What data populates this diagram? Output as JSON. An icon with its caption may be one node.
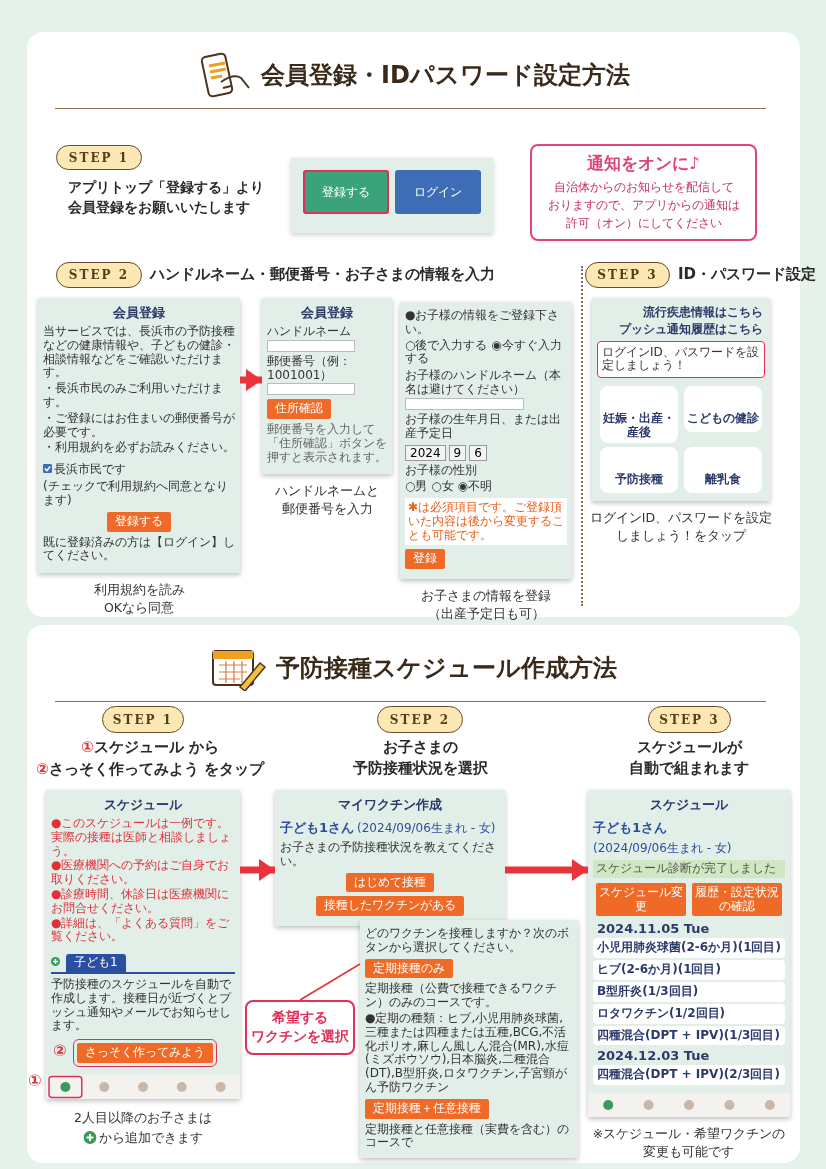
{
  "diagram": {
    "nodes": [
      {
        "text": [
          "会員登録・IDパスワード設定方法"
        ]
      },
      {
        "text": [
          "STEP 1"
        ],
        "in": 0
      },
      {
        "text": [
          "登録する",
          "ログイン"
        ],
        "in": 0
      },
      {
        "text": [
          "通知をオンに♪",
          "自治体からのお知らせを配信しておりますので、アプリからの通知は許可（オン）にしてください"
        ],
        "in": 0
      },
      {
        "text": [
          "STEP 2"
        ],
        "in": 0
      },
      {
        "text": [
          "STEP 3"
        ],
        "in": 0
      },
      {
        "text": [
          "会員登録",
          "当サービスでは、長浜市の予防接種などの健康情報や、子どもの健診・相談情報などをご確認いただけます。",
          "・長浜市民のみご利用いただけます。",
          "・ご登録にはお住まいの郵便番号が必要です。",
          "・利用規約を必ずお読みください。",
          "長浜市民です",
          "(チェックで利用規約へ同意となります)",
          "登録する",
          "既に登録済みの方は【ログイン】してください。"
        ],
        "beside": [
          "利用規約を読みOKなら同意"
        ],
        "in": 0
      },
      {
        "text": [
          "会員登録",
          "ハンドルネーム",
          "郵便番号（例：1001001）",
          "住所確認",
          "郵便番号を入力して「住所確認」ボタンを押すと表示されます。"
        ],
        "beside": [
          "ハンドルネームと郵便番号を入力"
        ],
        "in": 0
      },
      {
        "text": [
          "●お子様の情報をご登録下さい。",
          "○後で入力する ◉今すぐ入力する",
          "お子様のハンドルネーム（本名は避けてください）",
          "お子様の生年月日、または出産予定日",
          "2024",
          "9",
          "6",
          "お子様の性別",
          "○男 ○女 ◉不明",
          "✱は必須項目です。ご登録頂いた内容は後から変更することも可能です。",
          "登録"
        ],
        "beside": [
          "お子さまの情報を登録（出産予定日も可）"
        ],
        "in": 0
      },
      {
        "text": [
          "流行疾患情報はこちら",
          "プッシュ通知履歴はこちら",
          "ログインID、パスワードを設定しましょう！",
          "妊娠・出産・産後",
          "こどもの健診",
          "予防接種",
          "離乳食"
        ],
        "beside": [
          "ログインID、パスワードを設定しましょう！をタップ"
        ],
        "in": 0
      },
      {
        "text": [
          "予防接種スケジュール作成方法"
        ]
      },
      {
        "text": [
          "STEP 1"
        ],
        "in": 10
      },
      {
        "text": [
          "STEP 2"
        ],
        "in": 10
      },
      {
        "text": [
          "STEP 3"
        ],
        "in": 10
      },
      {
        "text": [
          "スケジュール",
          "●このスケジュールは一例です。実際の接種は医師と相談しましょう。",
          "●医療機関への予約はご自身でお取りください。",
          "●診療時間、休診日は医療機関にお問合せください。",
          "●詳細は、「よくある質問」をご覧ください。",
          "子ども1",
          "予防接種のスケジュールを自動で作成します。接種日が近づくとプッシュ通知やメールでお知らせします。",
          "②",
          "さっそく作ってみよう"
        ],
        "beside": [
          "①",
          "2人目以降のお子さまは",
          "から追加できます"
        ],
        "in": 10
      },
      {
        "text": [
          "マイワクチン作成",
          "子ども1さん",
          "(2024/09/06生まれ - 女)",
          "お子さまの予防接種状況を教えてください。",
          "はじめて接種",
          "接種したワクチンがある"
        ],
        "in": 10
      },
      {
        "text": [
          "どのワクチンを接種しますか？次のボタンから選択してください。",
          "定期接種のみ",
          "定期接種（公費で接種できるワクチン）のみのコースです。",
          "●定期の種類：ヒブ,小児用肺炎球菌,三種または四種または五種,BCG,不活化ポリオ,麻しん風しん混合(MR),水痘(ミズボウソウ),日本脳炎,二種混合(DT),B型肝炎,ロタワクチン,子宮頸がん予防ワクチン",
          "定期接種＋任意接種",
          "定期接種と任意接種（実費を含む）のコースで"
        ],
        "in": 10
      },
      {
        "text": [
          "希望するワクチンを選択"
        ],
        "in": 10
      },
      {
        "text": [
          "スケジュール",
          "子ども1さん",
          "(2024/09/06生まれ - 女)",
          "スケジュール診断が完了しました",
          "スケジュール変更",
          "履歴・設定状況の確認",
          "2024.11.05 Tue",
          "小児用肺炎球菌(2-6か月)(1回目)",
          "ヒブ(2-6か月)(1回目)",
          "B型肝炎(1/3回目)",
          "ロタワクチン(1/2回目)",
          "四種混合(DPT + IPV)(1/3回目)",
          "2024.12.03 Tue",
          "四種混合(DPT + IPV)(2/3回目)"
        ],
        "beside": [
          "※スケジュール・希望ワクチンの変更も可能です"
        ],
        "in": 10
      }
    ],
    "edges": [
      {
        "from": 6,
        "to": 7,
        "arrow": "to"
      },
      {
        "from": 14,
        "to": 15,
        "arrow": "to"
      },
      {
        "from": 15,
        "to": 18,
        "arrow": "to"
      },
      {
        "from": 17,
        "to": 16,
        "arrow": "none"
      }
    ],
    "labels": [
      "アプリトップ「登録する」より会員登録をお願いいたします",
      "ハンドルネーム・郵便番号・お子さまの情報を入力",
      "ID・パスワード設定",
      "①",
      "スケジュール から",
      "②",
      "さっそく作ってみよう をタップ",
      "お子さまの予防接種状況を選択",
      "スケジュールが自動で組まれます"
    ]
  }
}
